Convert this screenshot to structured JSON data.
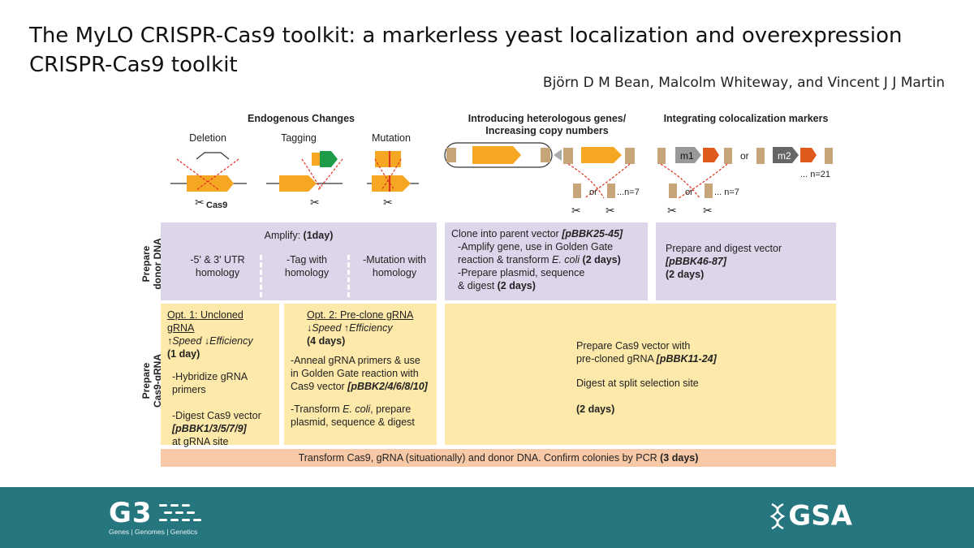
{
  "slide": {
    "title": "The MyLO CRISPR-Cas9 toolkit: a markerless yeast localization and overexpression CRISPR-Cas9 toolkit",
    "authors": "Björn D M Bean, Malcolm Whiteway, and Vincent J J Martin"
  },
  "diagram": {
    "headers": {
      "endogenous": "Endogenous Changes",
      "heterologous_1": "Introducing heterologous genes/",
      "heterologous_2": "Increasing copy numbers",
      "colocalization": "Integrating colocalization markers"
    },
    "subheaders": {
      "deletion": "Deletion",
      "tagging": "Tagging",
      "mutation": "Mutation"
    },
    "illustration_labels": {
      "cas9": "Cas9",
      "or_1": "or",
      "n7_1": "...n=7",
      "or_2": "or",
      "m1": "m1",
      "or_3": "or",
      "m2": "m2",
      "n21": "... n=21",
      "or_4": "or",
      "n7_2": "... n=7"
    },
    "row_labels": {
      "donor_1": "Prepare",
      "donor_2": "donor DNA",
      "grna_1": "Prepare",
      "grna_2": "Cas9-gRNA"
    },
    "donor": {
      "amplify_label": "Amplify: ",
      "amplify_time": "(1day)",
      "col1_1": "-5' & 3' UTR",
      "col1_2": "homology",
      "col2_1": "-Tag with",
      "col2_2": "homology",
      "col3_1": "-Mutation with",
      "col3_2": "homology",
      "clone_label": "Clone into parent vector ",
      "clone_vector": "[pBBK25-45]",
      "amp_1": "-Amplify gene, use in Golden Gate",
      "amp_2a": "reaction & transform ",
      "amp_2b": "E. coli",
      "amp_2c": " (2 days)",
      "prep_1": "-Prepare plasmid, sequence",
      "prep_2a": "& digest ",
      "prep_2b": "(2 days)",
      "coloc_1": "Prepare and digest vector",
      "coloc_vector": "[pBBK46-87]",
      "coloc_time": "(2 days)"
    },
    "grna": {
      "opt1_title": "Opt. 1: Uncloned gRNA",
      "opt1_speed": "↑Speed ↓Efficiency",
      "opt1_time": "(1 day)",
      "opt1_s1_1": "-Hybridize gRNA",
      "opt1_s1_2": "primers",
      "opt1_s2_1": "-Digest Cas9 vector",
      "opt1_s2_vector": "[pBBK1/3/5/7/9]",
      "opt1_s2_3": "at gRNA site",
      "opt2_title": "Opt. 2: Pre-clone gRNA",
      "opt2_speed": "↓Speed ↑Efficiency",
      "opt2_time": "(4 days)",
      "opt2_s1_1": "-Anneal gRNA primers & use",
      "opt2_s1_2": "in Golden Gate reaction with",
      "opt2_s1_3": "Cas9 vector ",
      "opt2_s1_vector": "[pBBK2/4/6/8/10]",
      "opt2_s2_1a": "-Transform ",
      "opt2_s2_1b": "E. coli",
      "opt2_s2_1c": ", prepare",
      "opt2_s2_2": "plasmid, sequence & digest",
      "right_1": "Prepare Cas9 vector with",
      "right_2": "pre-cloned gRNA ",
      "right_vector": "[pBBK11-24]",
      "right_3": "Digest at split selection site",
      "right_time": "(2 days)"
    },
    "transform": {
      "text": "Transform Cas9, gRNA (situationally) and donor DNA. Confirm colonies by PCR ",
      "time": "(3 days)"
    }
  },
  "footer": {
    "g3_logo": "G3",
    "g3_tagline": "Genes | Genomes | Genetics",
    "gsa_logo": "GSA"
  },
  "colors": {
    "purple": "#ddd5ea",
    "yellow": "#fde9a9",
    "salmon": "#f7c9a7",
    "teal": "#25767f",
    "gene_orange": "#f5a623",
    "tag_green": "#1e9b46",
    "cut_red": "#e0321e"
  }
}
